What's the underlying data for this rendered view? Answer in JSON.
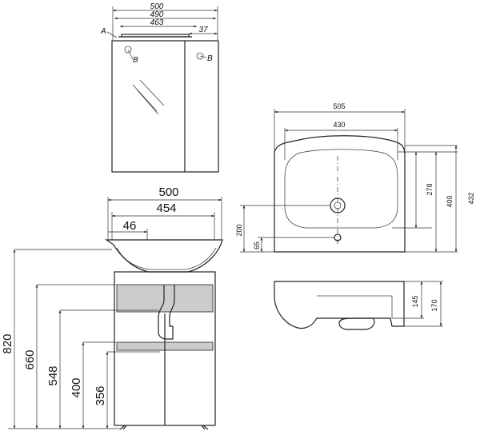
{
  "mirror_cabinet": {
    "dims": [
      "500",
      "490",
      "463",
      "37"
    ],
    "markers": [
      "A",
      "B",
      "B"
    ]
  },
  "vanity_front": {
    "widths": [
      "500",
      "454",
      "46"
    ],
    "heights": [
      "820",
      "660",
      "548",
      "400",
      "356"
    ]
  },
  "basin_top": {
    "dims": [
      "505",
      "430",
      "278",
      "400",
      "432",
      "200",
      "65"
    ]
  },
  "basin_side": {
    "dims": [
      "145",
      "170"
    ]
  },
  "colors": {
    "line": "#222222",
    "fill": "#cccccc"
  }
}
